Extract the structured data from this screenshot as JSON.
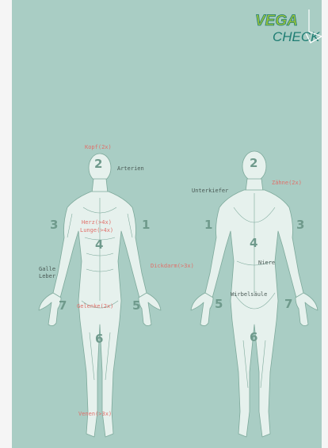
{
  "logo": {
    "brand_top": "VEGA",
    "brand_bottom": "CHECK"
  },
  "labels": {
    "kopf": "Kopf(2x)",
    "arterien": "Arterien",
    "herz": "Herz(>4x)",
    "lunge": "Lunge(>4x)",
    "galle": "Galle",
    "leber": "Leber",
    "dickdarm": "Dickdarm(>3x)",
    "gelenke": "Gelenke(2x)",
    "venen": "Venen(>3x)",
    "unterkiefer": "Unterkiefer",
    "zaehne": "Zähne(2x)",
    "niere": "Niere",
    "wirbelsaeule": "Wirbelsäule"
  },
  "front_numbers": {
    "head": "2",
    "left_arm": "3",
    "right_arm": "1",
    "torso": "4",
    "left_hand": "7",
    "right_hand": "5",
    "legs": "6"
  },
  "back_numbers": {
    "head": "2",
    "left_arm": "1",
    "right_arm": "3",
    "torso": "4",
    "left_hand": "5",
    "right_hand": "7",
    "legs": "6"
  },
  "colors": {
    "background": "#a9cdc4",
    "figure": "#e6f1ed",
    "outline": "#7da99b",
    "number": "#6f9a8c",
    "red_label": "#e0706a",
    "dark_label": "#4a5a55",
    "logo_green": "#9bc43a",
    "logo_teal": "#1f7d73"
  }
}
